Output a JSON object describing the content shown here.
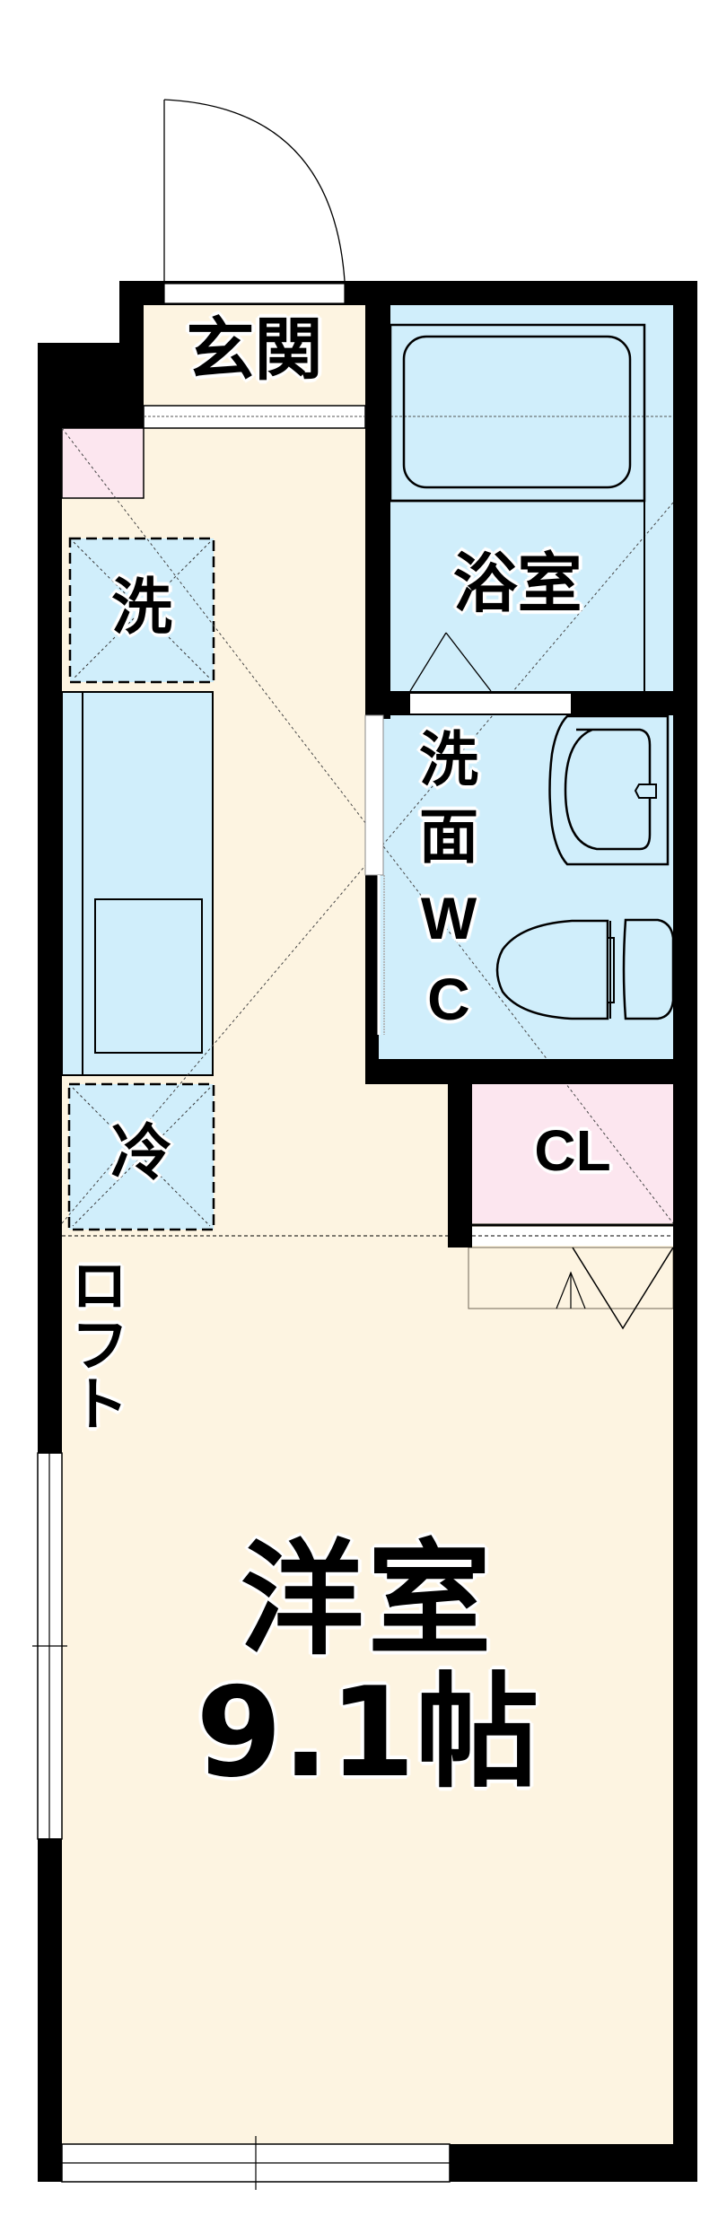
{
  "floorplan": {
    "colors": {
      "wall": "#000000",
      "living_floor": "#fdf4e1",
      "wet_area": "#d0eefb",
      "storage": "#fce6ef",
      "opening": "#ffffff"
    },
    "rooms": {
      "entrance": {
        "label": "玄関"
      },
      "bathroom": {
        "label": "浴室"
      },
      "washroom_wc": {
        "label": "洗面WC",
        "lines": [
          "洗",
          "面",
          "W",
          "C"
        ]
      },
      "closet": {
        "label": "CL"
      },
      "washing_machine": {
        "label": "洗"
      },
      "refrigerator": {
        "label": "冷"
      },
      "loft": {
        "label": "ロフト"
      },
      "western_room": {
        "label": "洋室",
        "size": "9.1帖"
      }
    }
  }
}
